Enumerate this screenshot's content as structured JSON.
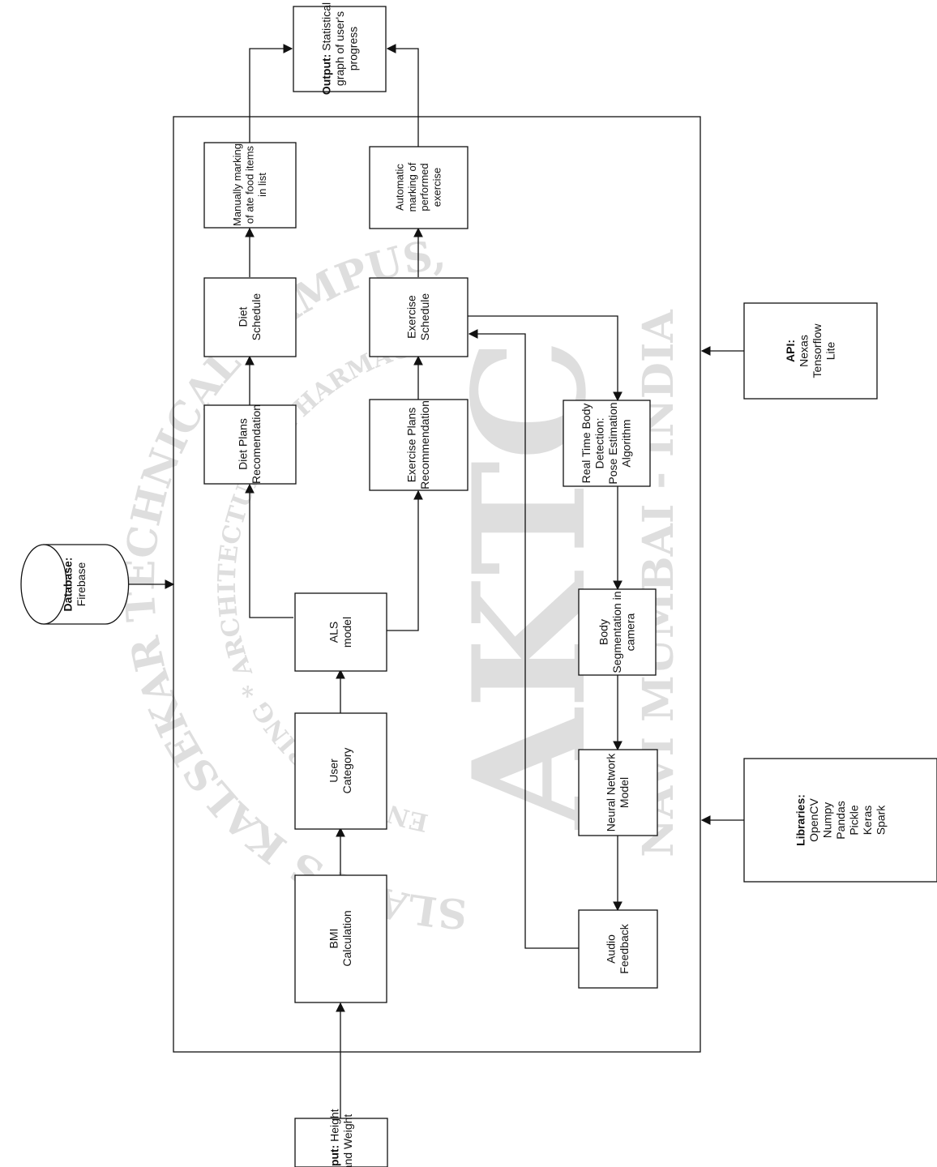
{
  "watermark": {
    "arc_top": "ANJUMAN-I-ISLAM'S KALSEKAR TECHNICAL CAMPUS, NEW PANVEL",
    "arc_inner": "ENGINEERING * ARCHITECTURE * PHARMACY",
    "logo": "AKTC",
    "bottom": "NAVI MUMBAI - INDIA"
  },
  "nodes": {
    "input": {
      "bold": "Input:",
      "lines": [
        "Input: Height",
        "and Weight"
      ]
    },
    "bmi": {
      "lines": [
        "BMI",
        "Calculation"
      ]
    },
    "user_category": {
      "lines": [
        "User",
        "Category"
      ]
    },
    "als": {
      "lines": [
        "ALS",
        "model"
      ]
    },
    "database": {
      "bold": "Database:",
      "lines": [
        "Database:",
        "Firebase"
      ]
    },
    "diet_plans": {
      "lines": [
        "Diet Plans",
        "Recomendation"
      ]
    },
    "diet_schedule": {
      "lines": [
        "Diet",
        "Schedule"
      ]
    },
    "manual_marking": {
      "lines": [
        "Manually marking",
        "of ate food items",
        "in list"
      ]
    },
    "output": {
      "bold": "Output:",
      "lines": [
        "Output: Statistical",
        "graph of user's",
        "progress"
      ]
    },
    "exercise_plans": {
      "lines": [
        "Exercise Plans",
        "Recommendation"
      ]
    },
    "exercise_schedule": {
      "lines": [
        "Exercise",
        "Schedule"
      ]
    },
    "auto_marking": {
      "lines": [
        "Automatic",
        "marking of",
        "performed",
        "exercise"
      ]
    },
    "realtime": {
      "lines": [
        "Real Time Body",
        "Detection:",
        "Pose Estimation",
        "Algorithm"
      ]
    },
    "segmentation": {
      "lines": [
        "Body",
        "Segmentation in",
        "camera"
      ]
    },
    "neural": {
      "lines": [
        "Neural Network",
        "Model"
      ]
    },
    "audio": {
      "lines": [
        "Audio",
        "Feedback"
      ]
    },
    "api": {
      "bold": "API:",
      "lines": [
        "API:",
        "Nexas",
        "Tensorflow",
        "Lite"
      ]
    },
    "libraries": {
      "bold": "Libraries:",
      "lines": [
        "Libraries:",
        "OpenCV",
        "Numpy",
        "Pandas",
        "Pickle",
        "Keras",
        "Spark"
      ]
    }
  }
}
